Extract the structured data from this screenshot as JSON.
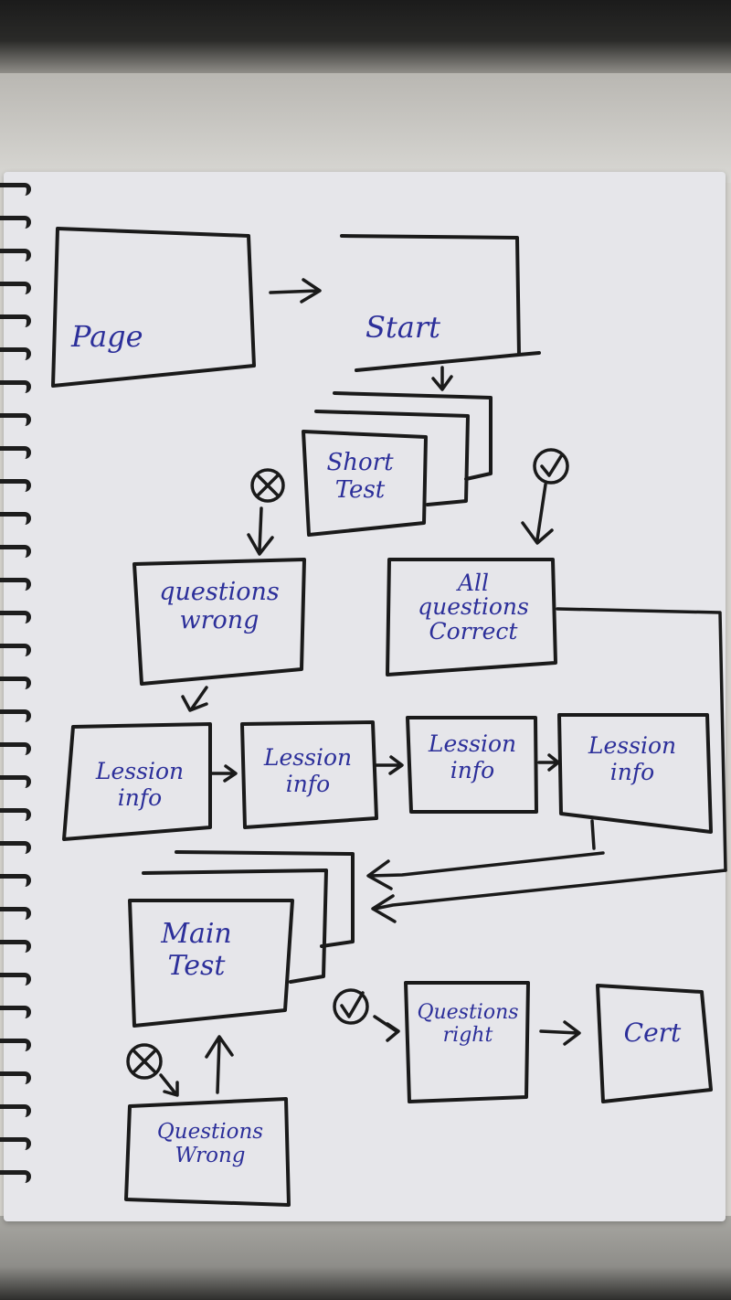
{
  "diagram": {
    "nodes": {
      "page": "Page",
      "start": "Start",
      "short_test": "Short Test",
      "questions_wrong_top": "questions wrong",
      "all_questions_correct": "All questions Correct",
      "lesson_info_1": "Lession info",
      "lesson_info_2": "Lession info",
      "lesson_info_3": "Lession info",
      "lesson_info_4": "Lession info",
      "main_test": "Main Test",
      "questions_right": "Questions right",
      "cert": "Cert",
      "questions_wrong_bottom": "Questions Wrong"
    },
    "marks": {
      "wrong_icon": "cross-circle",
      "correct_icon": "check-circle"
    },
    "colors": {
      "ink": "#1a1a1a",
      "pen": "#2c2f9a",
      "paper": "#e6e6ea"
    }
  }
}
